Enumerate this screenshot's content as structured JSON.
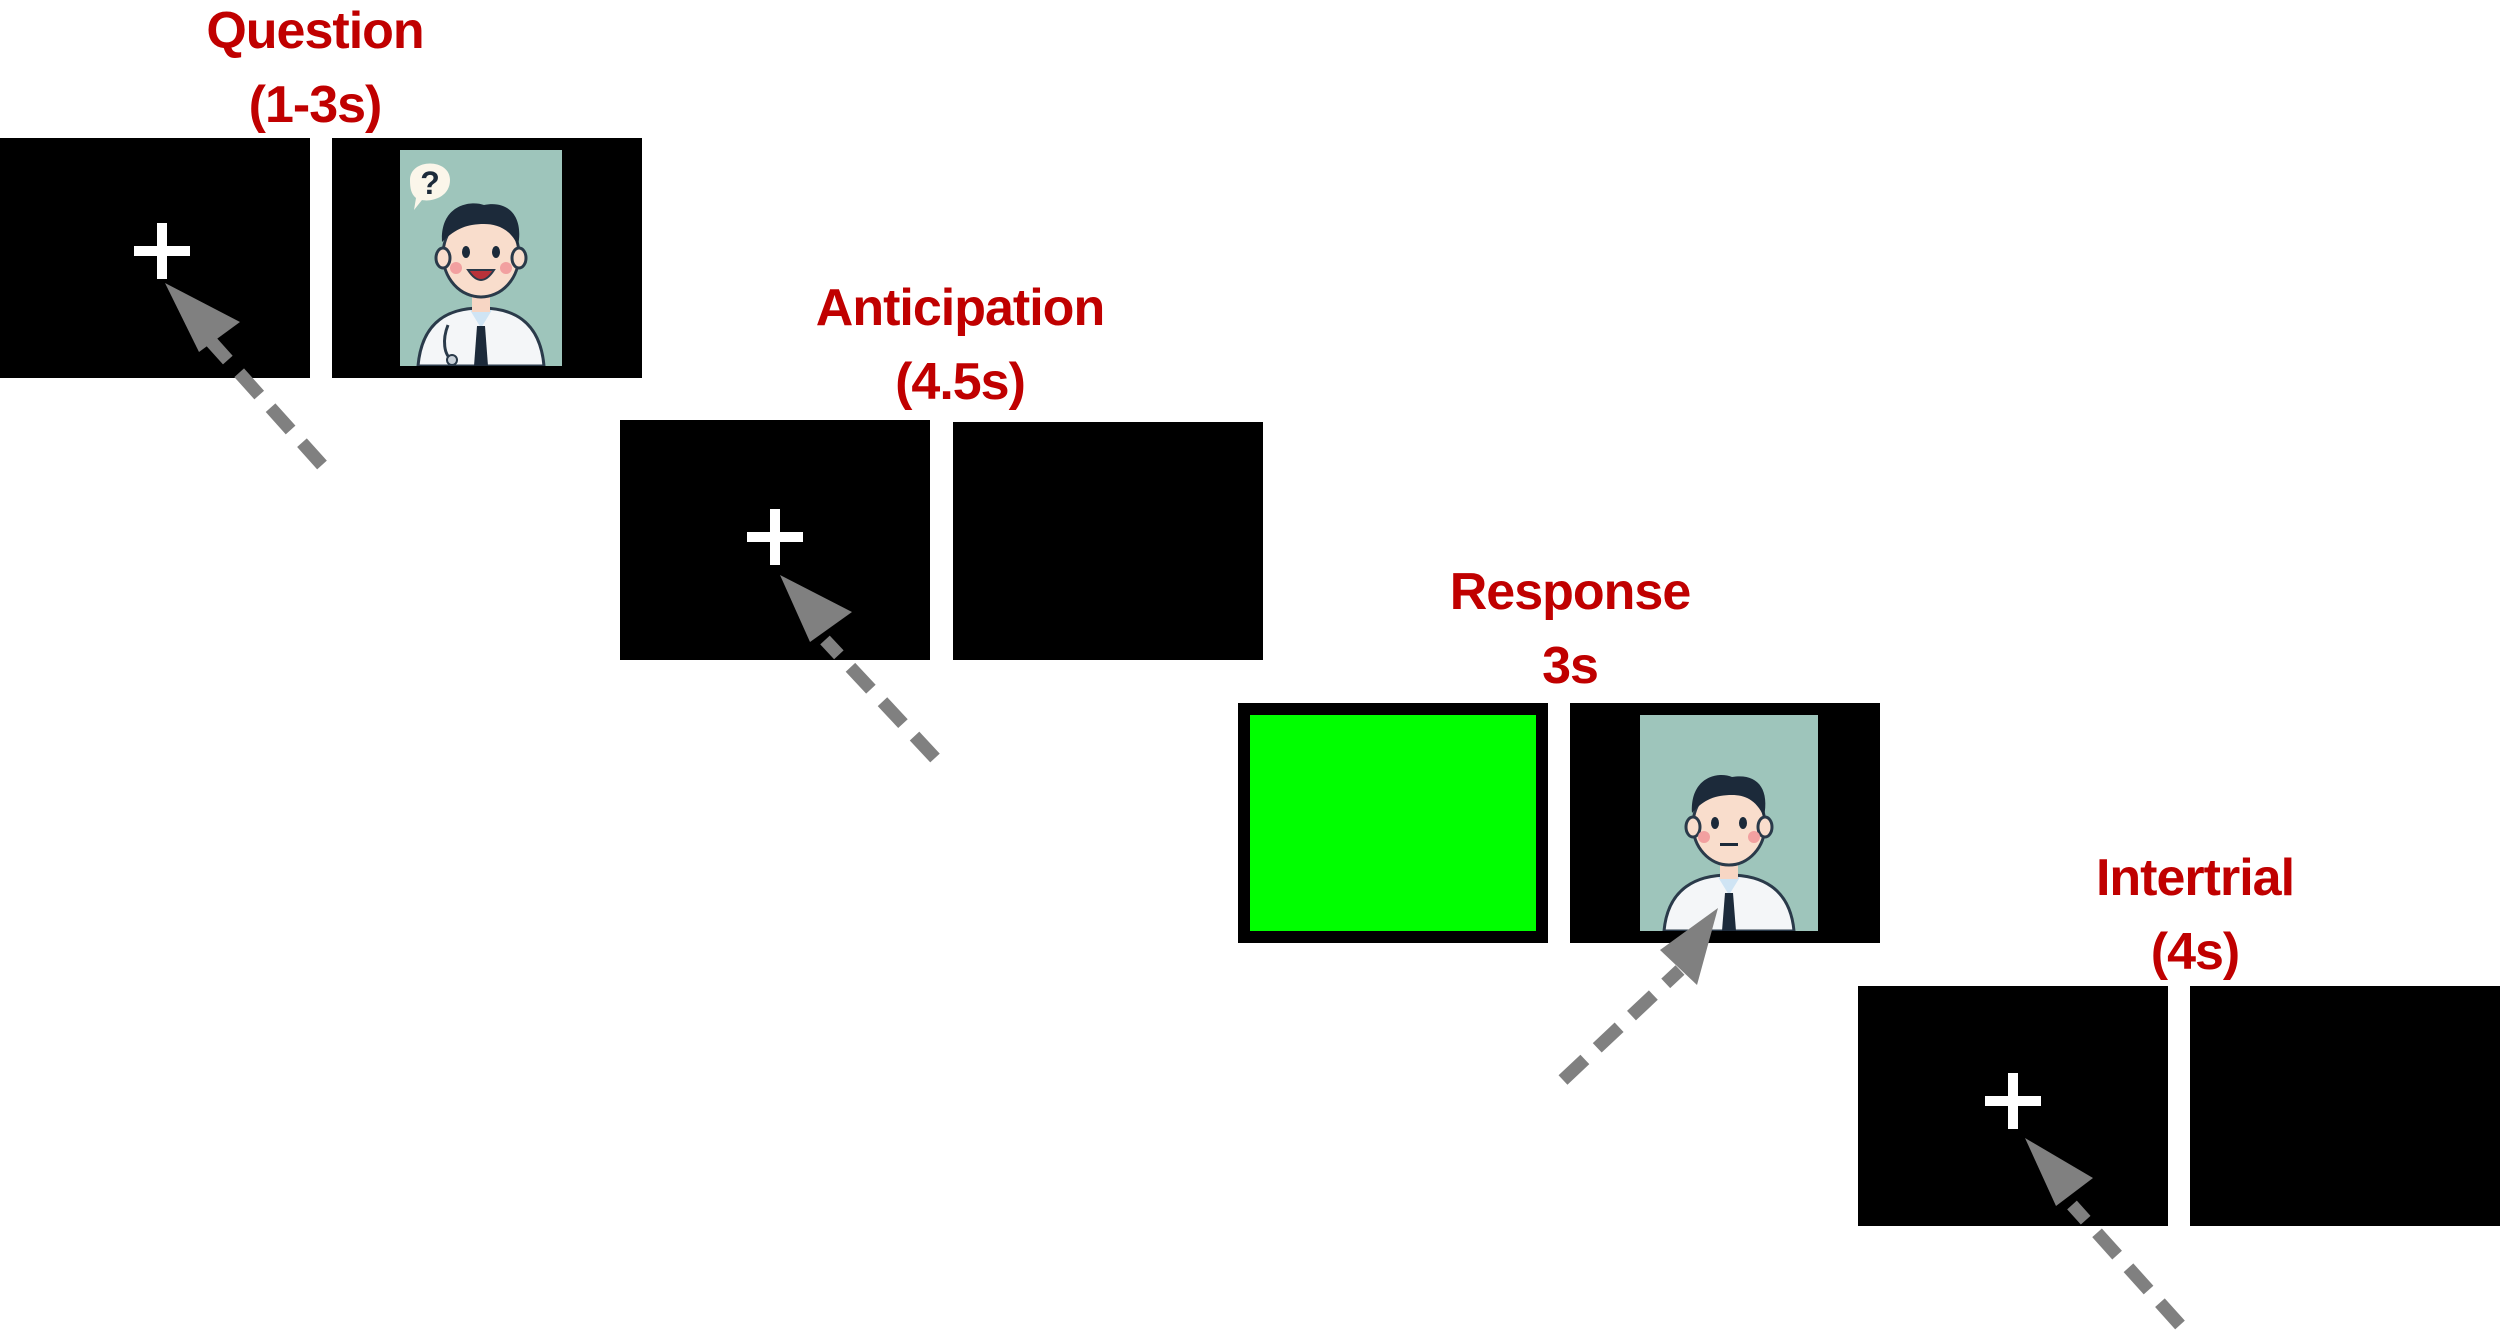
{
  "stages": [
    {
      "id": "question",
      "title": "Question",
      "duration": "(1-3s)"
    },
    {
      "id": "anticipation",
      "title": "Anticipation",
      "duration": "(4.5s)"
    },
    {
      "id": "response",
      "title": "Response",
      "duration": "3s"
    },
    {
      "id": "intertrial",
      "title": "Intertrial",
      "duration": "(4s)"
    }
  ],
  "colors": {
    "label": "#c00000",
    "screen": "#000000",
    "response_cue": "#00ff00",
    "fixation": "#ffffff",
    "cursor_arrow": "#808080",
    "portrait_background": "#9ec5bb"
  },
  "icons": {
    "fixation": "fixation-cross-icon",
    "cursor": "dashed-arrow-cursor-icon",
    "question_bubble": "question-mark-speech-bubble-icon",
    "doctor": "doctor-avatar-icon"
  },
  "bubble_text": "?"
}
